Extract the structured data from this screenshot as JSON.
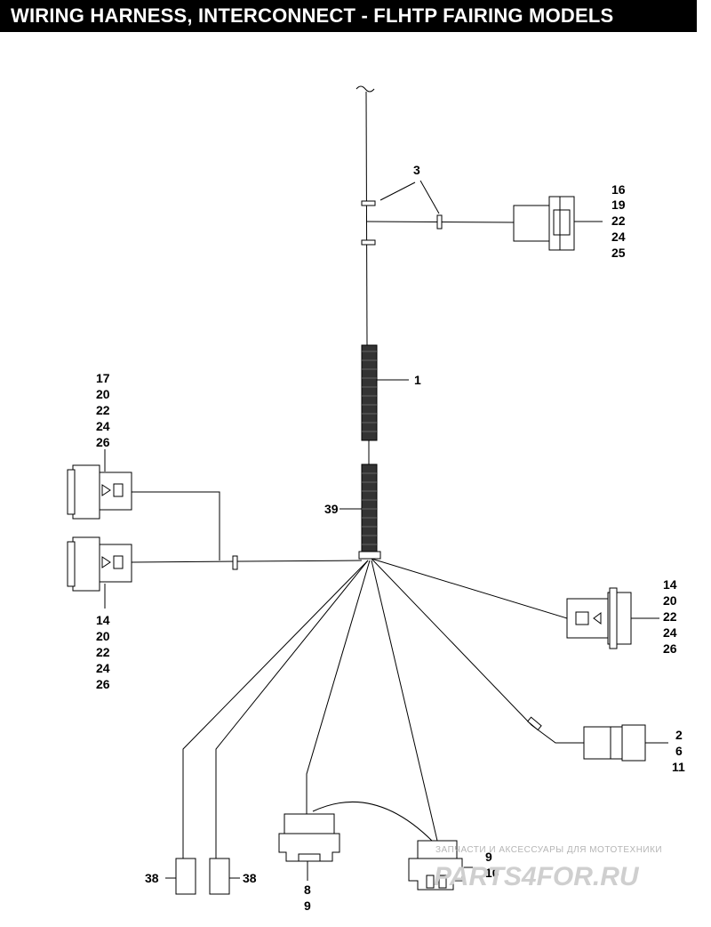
{
  "header": {
    "title": "WIRING HARNESS, INTERCONNECT - FLHTP FAIRING MODELS"
  },
  "callouts": {
    "c3": "3",
    "c1": "1",
    "c39": "39",
    "c38a": "38",
    "c38b": "38",
    "group_top_right": [
      "16",
      "19",
      "22",
      "24",
      "25"
    ],
    "group_left_upper": [
      "17",
      "20",
      "22",
      "24",
      "26"
    ],
    "group_left_lower": [
      "14",
      "20",
      "22",
      "24",
      "26"
    ],
    "group_right_mid": [
      "14",
      "20",
      "22",
      "24",
      "26"
    ],
    "group_right_low": [
      "2",
      "6",
      "11"
    ],
    "group_bottom_mid": [
      "8",
      "9"
    ],
    "group_bottom_right": [
      "9",
      "10"
    ]
  },
  "watermark": {
    "tagline": "ЗАПЧАСТИ И АКСЕССУАРЫ ДЛЯ МОТОТЕХНИКИ",
    "brand": "PARTS4FOR.RU"
  }
}
